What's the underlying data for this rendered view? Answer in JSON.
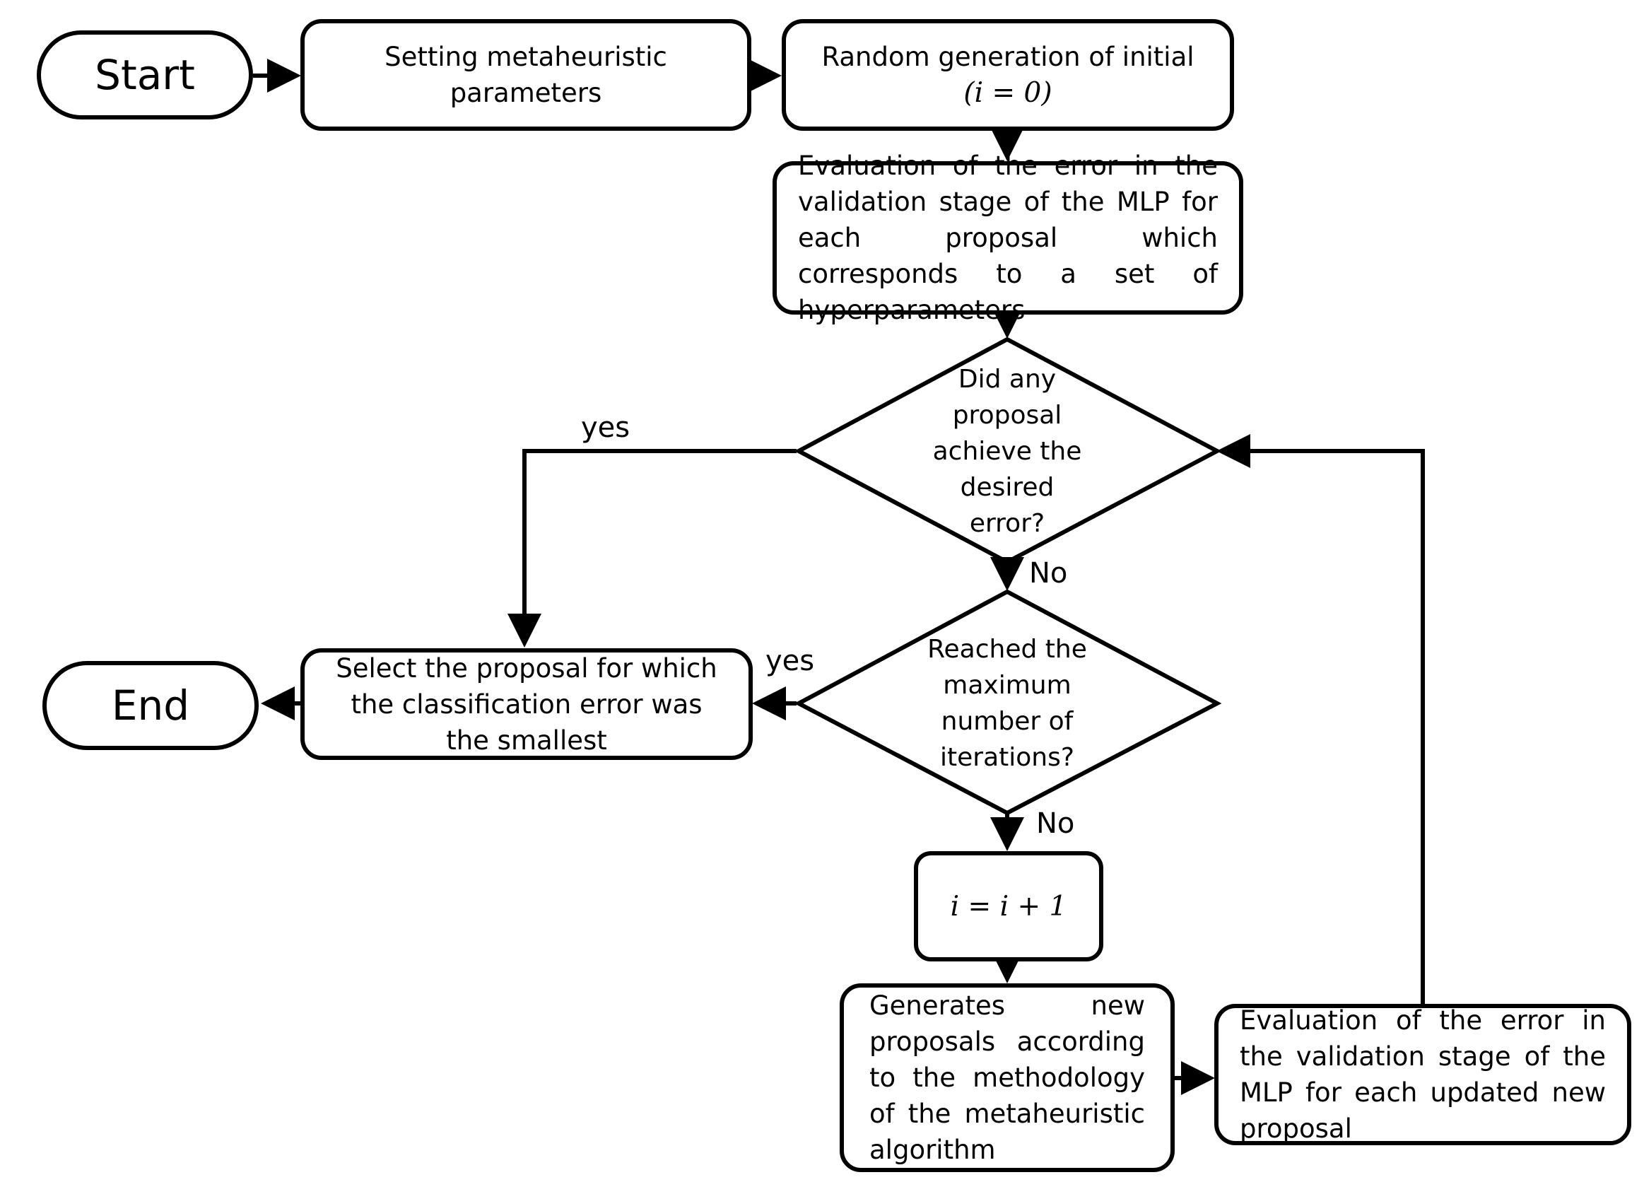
{
  "nodes": {
    "start": "Start",
    "set_params": "Setting metaheuristic parameters",
    "random_gen": "Random generation of initial",
    "random_gen_math": "(i = 0)",
    "eval_error": "Evaluation of the error in the validation stage of the MLP for each proposal which corresponds to a set of hyperparameters",
    "decision_error": "Did any proposal achieve the desired error?",
    "decision_iter": "Reached the maximum number of iterations?",
    "select": "Select the proposal for which the classification error was the smallest",
    "end": "End",
    "increment": "i = i + 1",
    "generate": "Generates new proposals according to the methodology of the metaheuristic algorithm",
    "eval_new": "Evaluation of the error in the validation stage of the MLP for each updated new proposal"
  },
  "labels": {
    "yes_error": "yes",
    "no_error": "No",
    "yes_iter": "yes",
    "no_iter": "No"
  }
}
